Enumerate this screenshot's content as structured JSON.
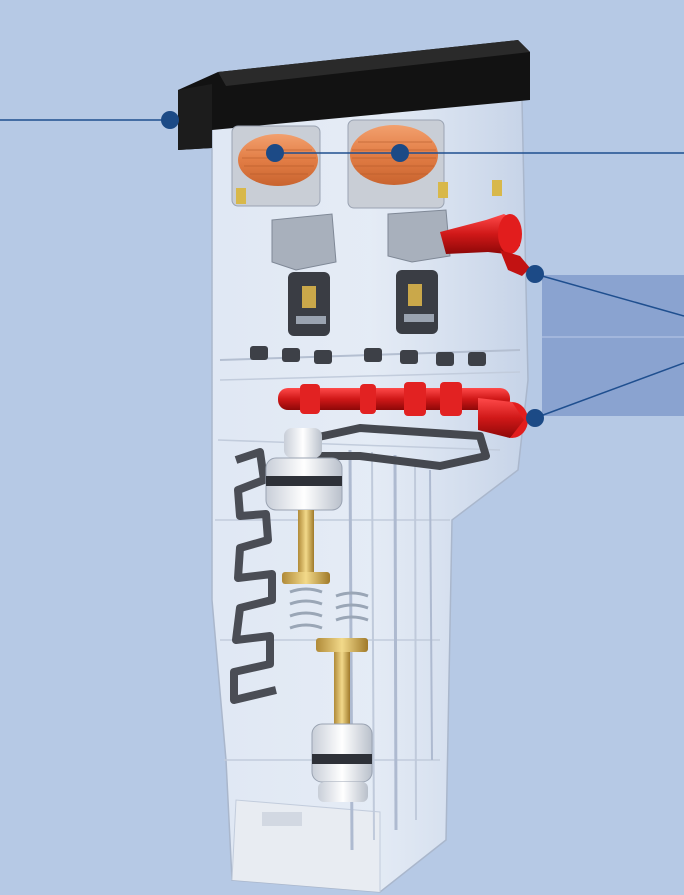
{
  "background_color": "#b6c9e5",
  "leader_color": "#1f4f8f",
  "marker_color": "#1c4a86",
  "highlight_panel_color": "#8aa3d0",
  "diagram": {
    "subject": "solenoid-valve-cutaway",
    "callouts": [
      {
        "id": "housing-cover",
        "label": ""
      },
      {
        "id": "solenoid-coils",
        "label": ""
      },
      {
        "id": "manual-override",
        "label": ""
      },
      {
        "id": "pilot-spool",
        "label": ""
      }
    ]
  }
}
